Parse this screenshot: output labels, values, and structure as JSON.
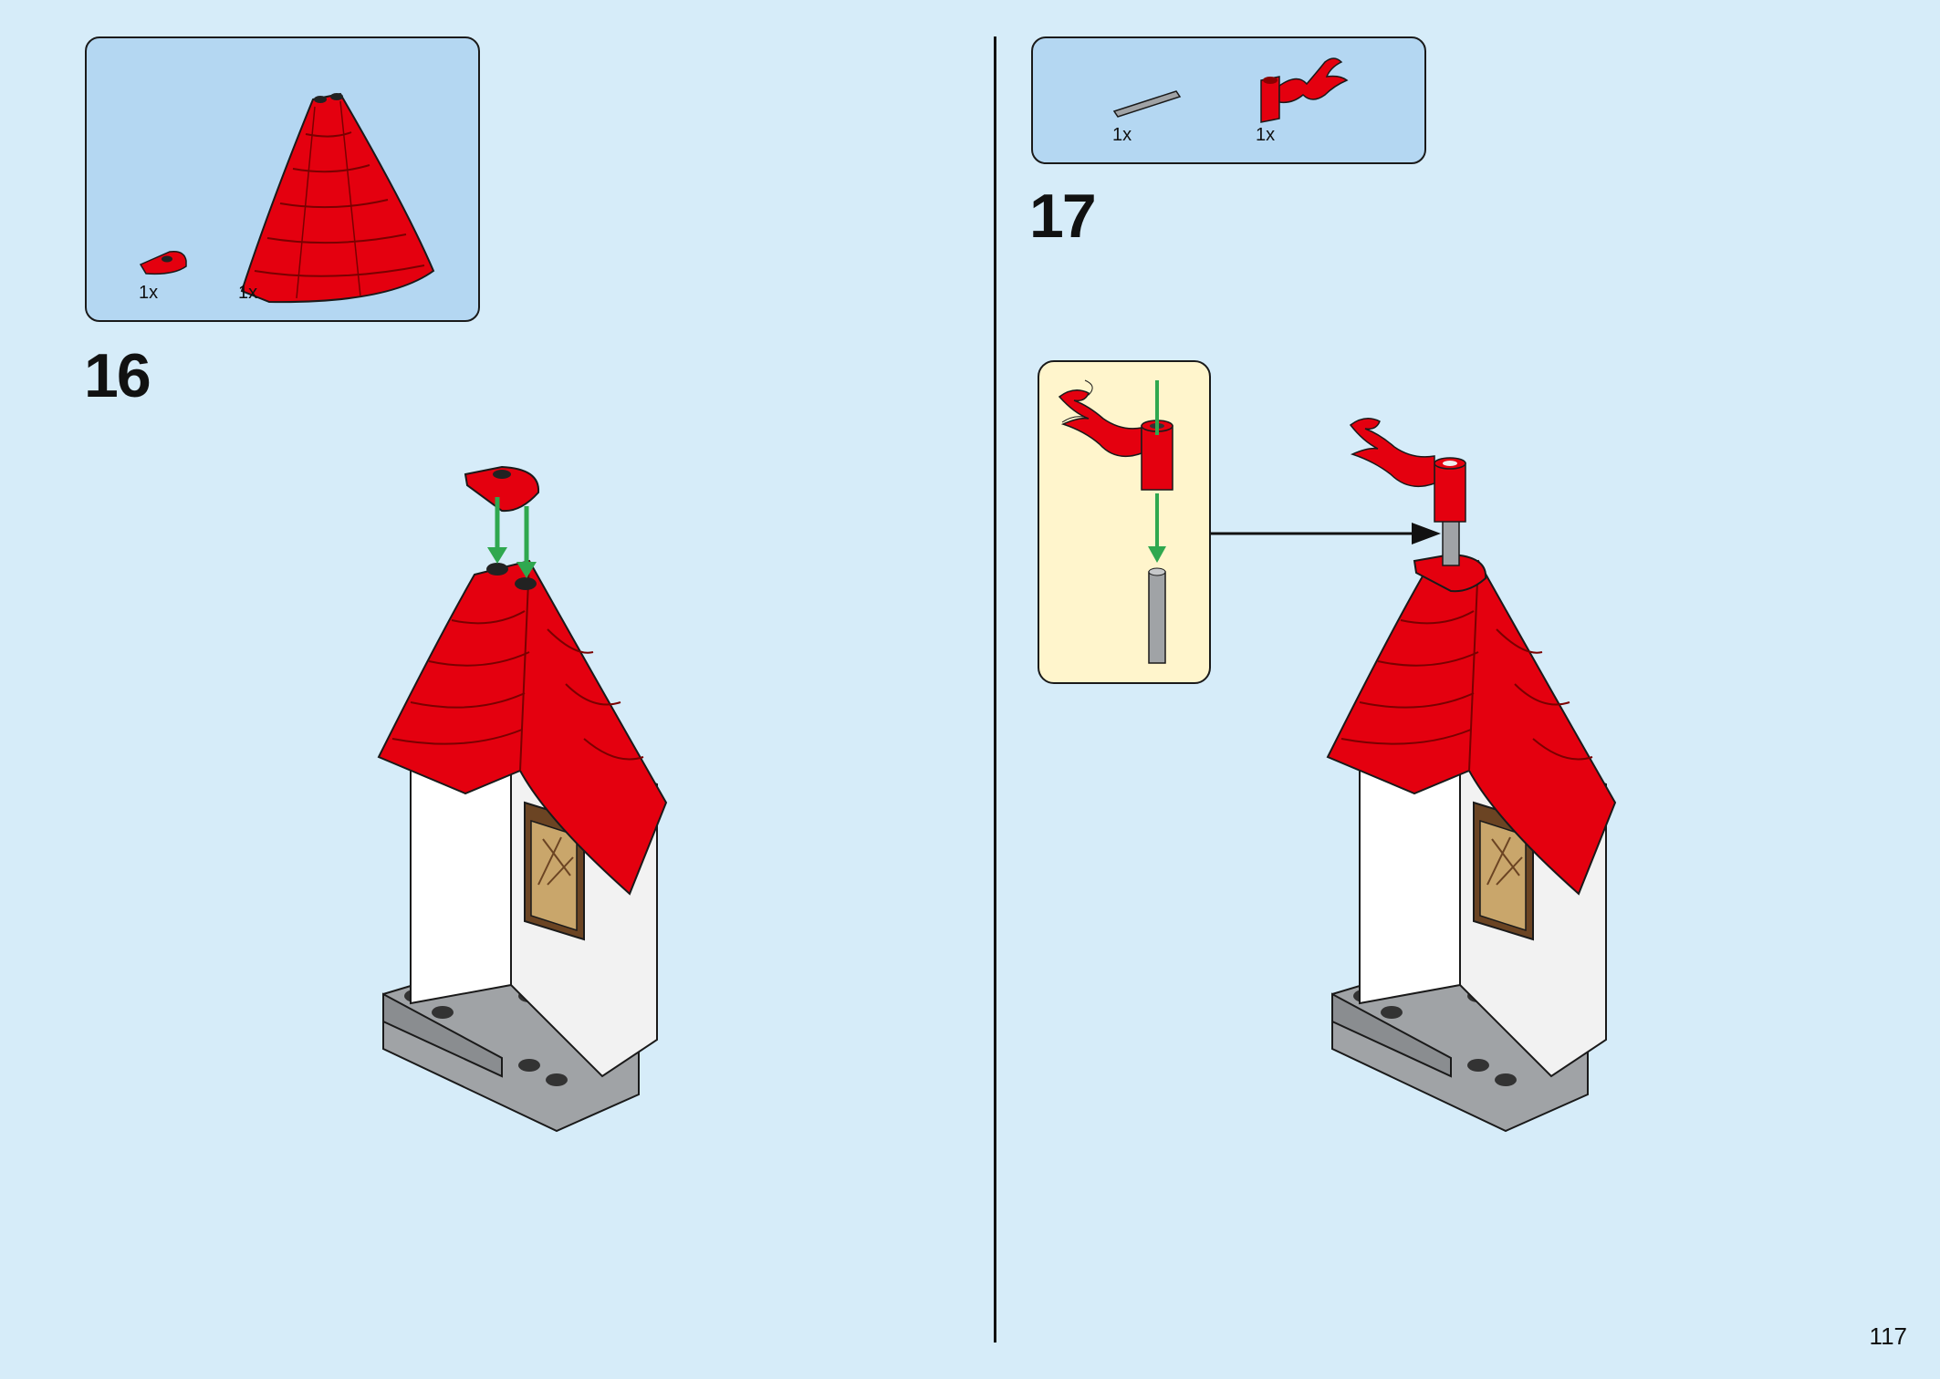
{
  "steps": [
    {
      "number": "16",
      "parts": [
        {
          "qty": "1x",
          "part": "red-rounded-plate"
        },
        {
          "qty": "1x",
          "part": "red-cone-roof"
        }
      ]
    },
    {
      "number": "17",
      "parts": [
        {
          "qty": "1x",
          "part": "grey-bar"
        },
        {
          "qty": "1x",
          "part": "red-flag"
        }
      ]
    }
  ],
  "page": {
    "number": "117"
  },
  "colors": {
    "background": "#d6ecf9",
    "parts_box": "#b4d7f2",
    "callout": "#fff5cc",
    "red": "#e4000f",
    "grey": "#a0a3a6",
    "arrow_green": "#2fa84f"
  }
}
